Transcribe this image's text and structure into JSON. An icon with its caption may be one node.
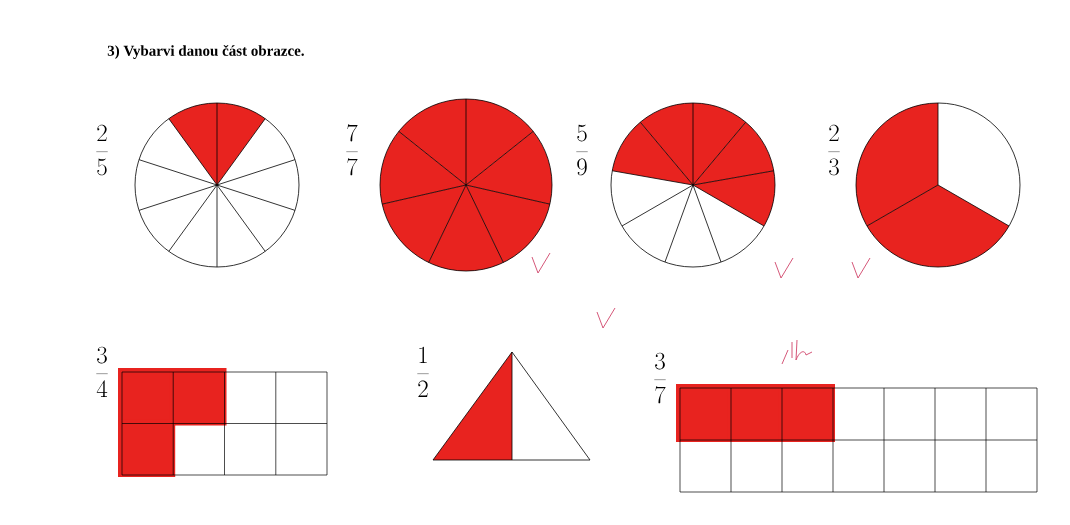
{
  "diagram": {
    "title": "3) Vybarvi danou část obrazce.",
    "labels": [
      "\\frac{2}{5}",
      "\\frac{7}{7}",
      "\\frac{5}{9}",
      "\\frac{2}{3}",
      "\\frac{3}{4}",
      "\\frac{1}{2}",
      "\\frac{3}{7}"
    ]
  }
}
